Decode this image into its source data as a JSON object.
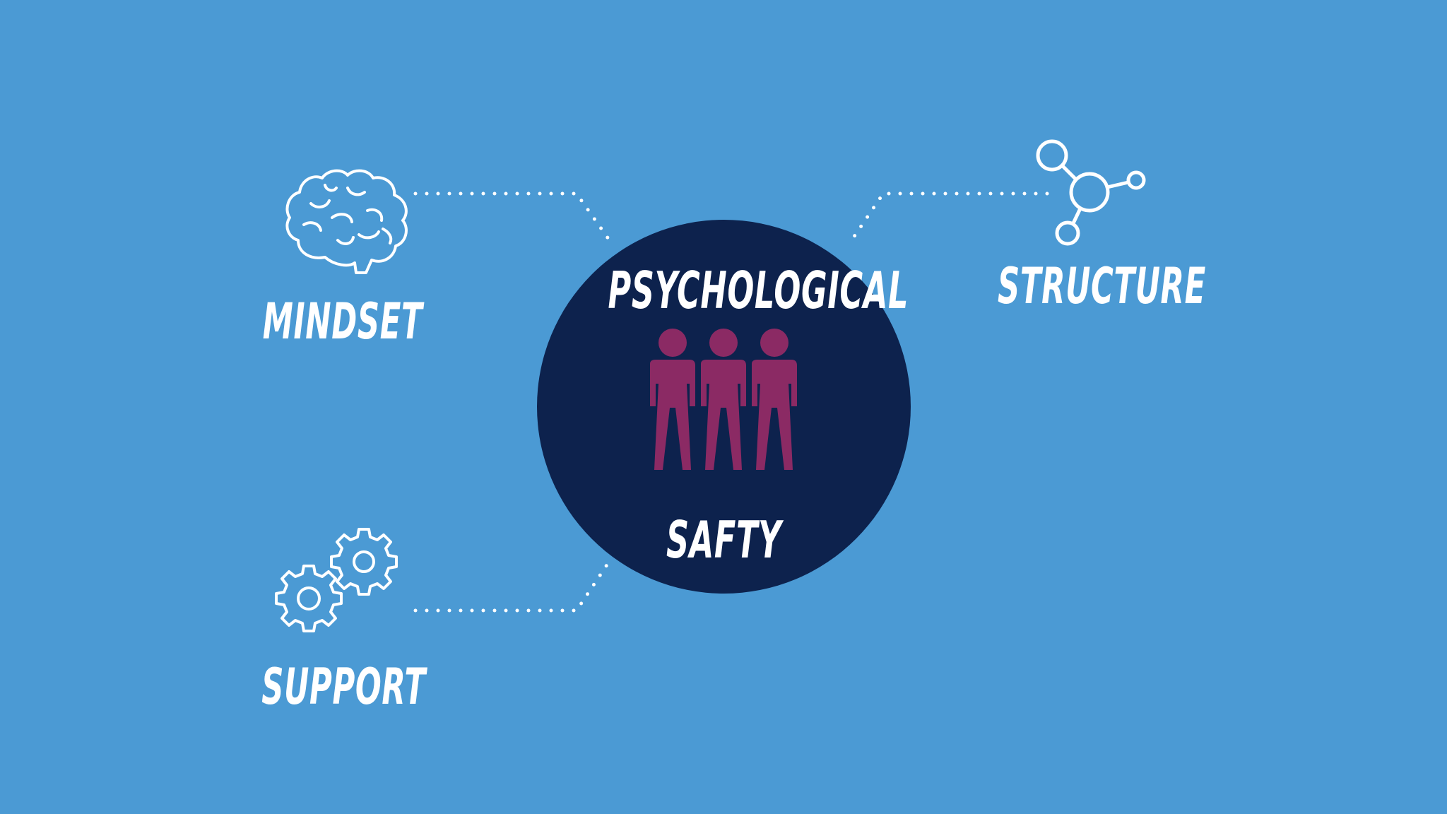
{
  "center": {
    "title_top": "PSYCHOLOGICAL",
    "title_bottom": "SAFTY",
    "icon": "people-group-icon",
    "circle_color": "#0d224d",
    "icon_color": "#8b2a64"
  },
  "nodes": [
    {
      "label": "MINDSET",
      "icon": "brain-icon"
    },
    {
      "label": "STRUCTURE",
      "icon": "molecule-icon"
    },
    {
      "label": "SUPPORT",
      "icon": "gears-icon"
    }
  ],
  "colors": {
    "background": "#4b9ad4",
    "foreground": "#ffffff"
  }
}
